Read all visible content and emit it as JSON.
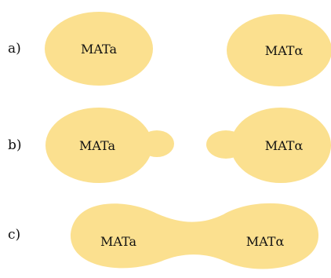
{
  "rows": [
    {
      "label": "a)",
      "left_cell": "MATa",
      "right_cell": "MATα"
    },
    {
      "label": "b)",
      "left_cell": "MATa",
      "right_cell": "MATα"
    },
    {
      "label": "c)",
      "left_cell": "MATa",
      "right_cell": "MATα"
    }
  ],
  "colors": {
    "cell_fill": "#fbe08f",
    "text": "#111111",
    "background": "#ffffff"
  }
}
